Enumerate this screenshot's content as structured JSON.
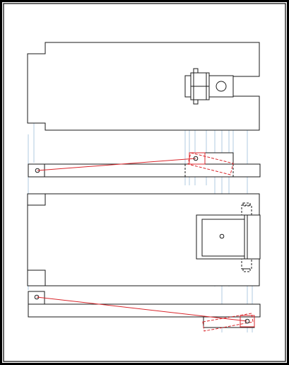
{
  "drawing": {
    "colors": {
      "background": "#ffffff",
      "frame": "#000000",
      "outline": "#1a1a1a",
      "projection": "#a9c6dd",
      "highlight": "#d9262b"
    },
    "views": [
      "top-view-upper-plate",
      "front-view-upper-bar",
      "top-view-lower-plate",
      "front-view-lower-bar"
    ]
  }
}
